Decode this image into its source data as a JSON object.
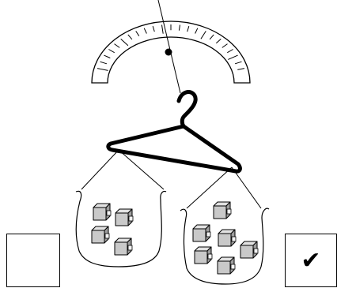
{
  "scale": {
    "icon": "spring-scale-dial-icon",
    "needle_icon": "scale-needle-icon"
  },
  "hanger": {
    "icon": "coat-hanger-icon"
  },
  "bags": [
    {
      "name": "left-bag",
      "icon": "bag-icon",
      "cube_count": 4
    },
    {
      "name": "right-bag",
      "icon": "bag-icon",
      "cube_count": 6
    }
  ],
  "cube_icon": "cube-icon",
  "answer_boxes": [
    {
      "name": "left",
      "checked": false,
      "mark": ""
    },
    {
      "name": "right",
      "checked": true,
      "mark": "✔",
      "icon": "checkmark-icon"
    }
  ]
}
